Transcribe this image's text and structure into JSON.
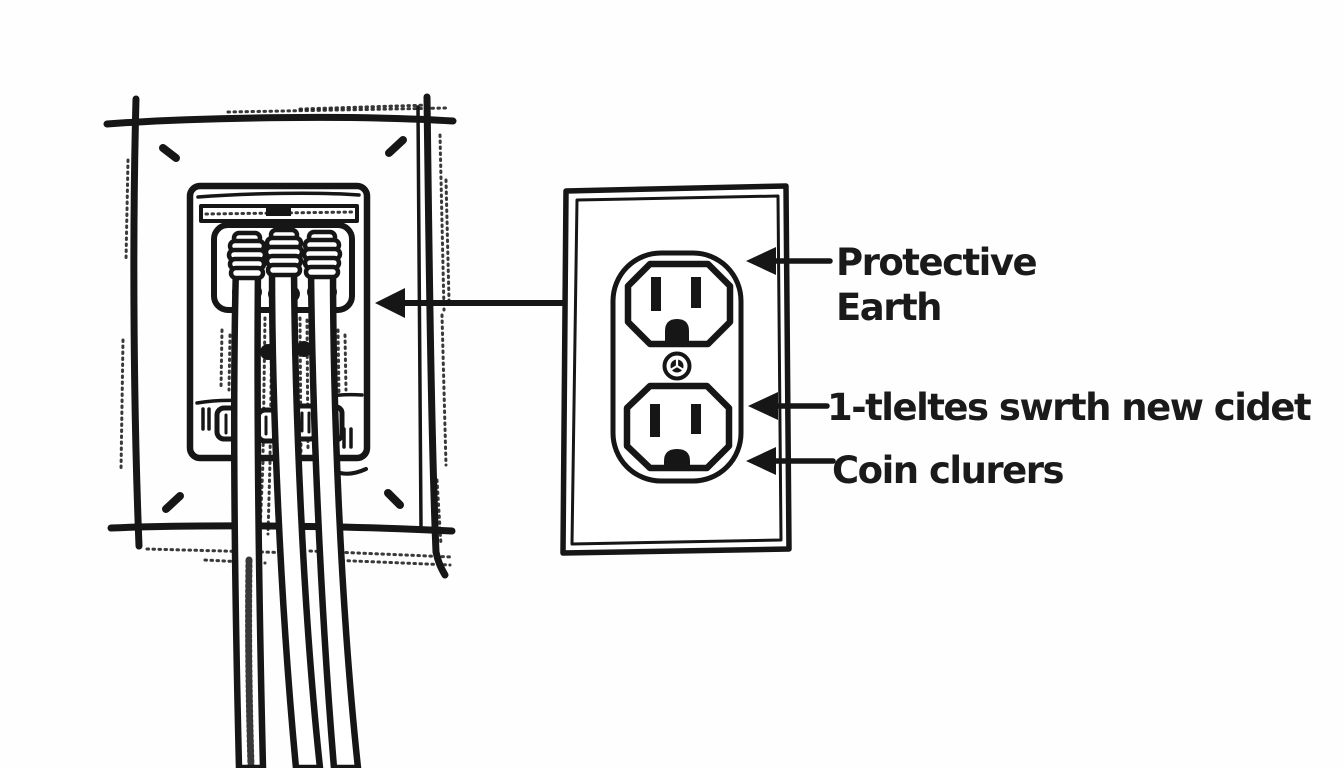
{
  "colors": {
    "background": "#fefefe",
    "ink": "#161616"
  },
  "labels": {
    "protective_earth_line1": "Protective",
    "protective_earth_line2": "Earth",
    "label_middle": "1-tleltes swrth new cidet",
    "label_bottom": "Coin clurers"
  }
}
